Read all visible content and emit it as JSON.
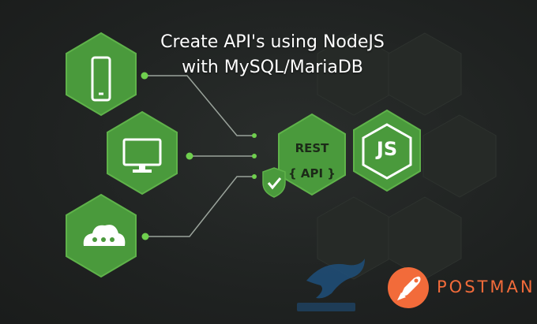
{
  "title": {
    "line1": "Create API's using NodeJS",
    "line2": "with MySQL/MariaDB"
  },
  "rest_api": {
    "line1": "REST",
    "line2": "{ API }"
  },
  "node_badge": {
    "text": "JS"
  },
  "postman": {
    "text": "POSTMAN"
  },
  "colors": {
    "background": "#1f2221",
    "hex_green": "#4a9a3c",
    "hex_dark": "#2a2f2b",
    "postman_orange": "#f26b3a",
    "mysql_blue": "#1f4f7a"
  },
  "icons": [
    "mobile-phone-icon",
    "monitor-icon",
    "cloud-icon",
    "shield-check-icon",
    "nodejs-icon",
    "mysql-dolphin-icon",
    "postman-rocket-icon"
  ]
}
